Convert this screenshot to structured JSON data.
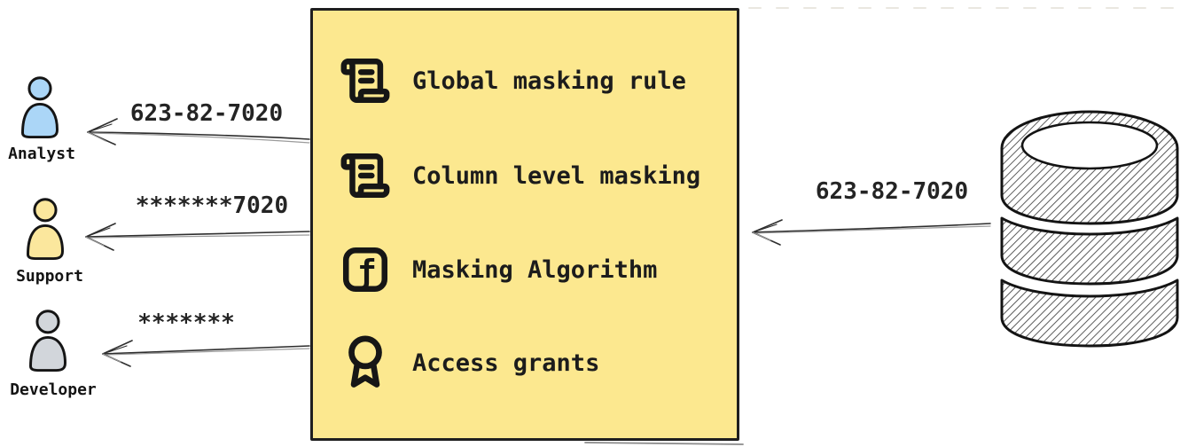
{
  "masking_box": {
    "items": [
      {
        "icon": "scroll-text-icon",
        "label": "Global masking rule"
      },
      {
        "icon": "scroll-text-icon",
        "label": "Column level masking"
      },
      {
        "icon": "function-square-icon",
        "label": "Masking Algorithm"
      },
      {
        "icon": "award-icon",
        "label": "Access grants"
      }
    ],
    "function_glyph": "ƒ",
    "fill": "#FCE88F",
    "border": "#1f1f1f"
  },
  "users": [
    {
      "name": "Analyst",
      "masked_value": "623-82-7020",
      "color": "#ABD6F7"
    },
    {
      "name": "Support",
      "masked_value": "*******7020",
      "color": "#FBE79D"
    },
    {
      "name": "Developer",
      "masked_value": "*******",
      "color": "#D2D6DB"
    }
  ],
  "database": {
    "value_label": "623-82-7020"
  },
  "colors": {
    "ink": "#1b1b1b",
    "arrow": "#2e2e2e",
    "arrow_sketch": "#9b9b9b",
    "hatch": "#3f3f3f"
  }
}
